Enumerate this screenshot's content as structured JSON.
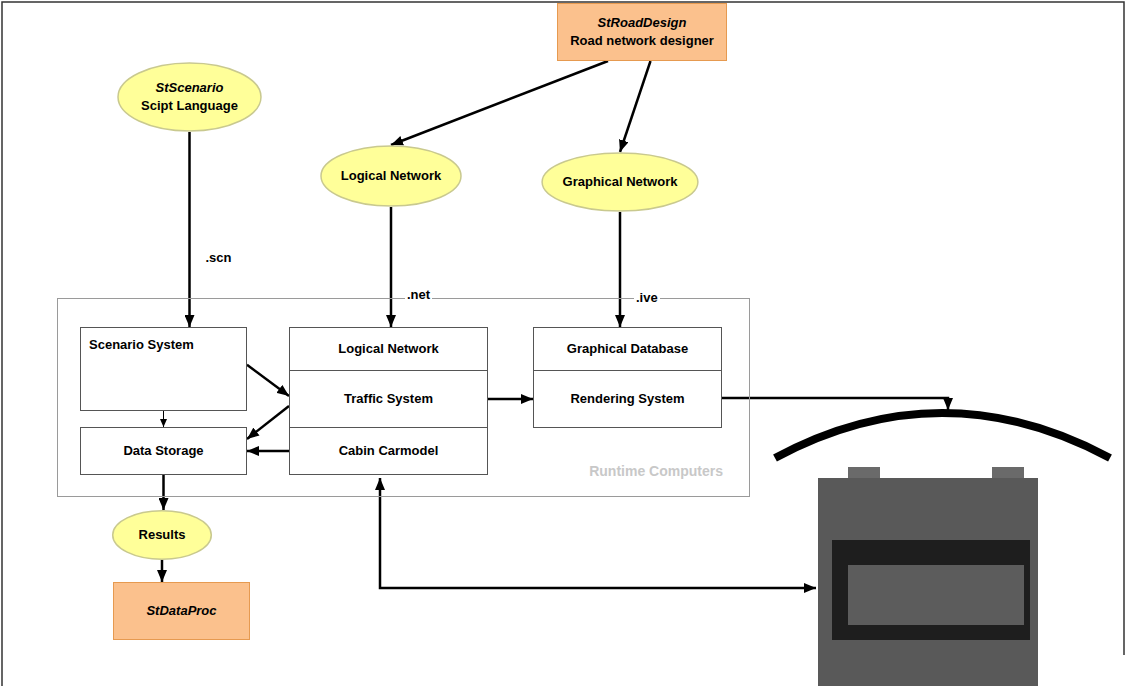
{
  "diagram": {
    "nodes": [
      {
        "text": [
          "StRoadDesign",
          "Road network designer"
        ]
      },
      {
        "text": [
          "StScenario",
          "Scipt Language"
        ]
      },
      {
        "text": [
          "Logical Network"
        ]
      },
      {
        "text": [
          "Graphical Network"
        ]
      },
      {
        "text": [
          "Runtime Computers"
        ]
      },
      {
        "text": [
          "Scenario System"
        ],
        "in": 4
      },
      {
        "text": [
          "Logical Network"
        ],
        "in": 4
      },
      {
        "text": [
          "Graphical Database"
        ],
        "in": 4
      },
      {
        "text": [
          "Traffic System"
        ],
        "in": 4
      },
      {
        "text": [
          "Rendering System"
        ],
        "in": 4
      },
      {
        "text": [
          "Data Storage"
        ],
        "in": 4
      },
      {
        "text": [
          "Cabin Carmodel"
        ],
        "in": 4
      },
      {
        "text": [
          "Results"
        ]
      },
      {
        "text": [
          "StDataProc"
        ]
      }
    ],
    "edges": [
      {
        "from": 0,
        "to": 2,
        "arrow": "to"
      },
      {
        "from": 0,
        "to": 3,
        "arrow": "to"
      },
      {
        "from": 1,
        "to": 5,
        "label": ".scn",
        "arrow": "to"
      },
      {
        "from": 2,
        "to": 6,
        "label": ".net",
        "arrow": "to"
      },
      {
        "from": 3,
        "to": 7,
        "label": ".ive",
        "arrow": "to"
      },
      {
        "from": 5,
        "to": 8,
        "arrow": "to"
      },
      {
        "from": 5,
        "to": 10,
        "arrow": "to"
      },
      {
        "from": 8,
        "to": 10,
        "arrow": "to"
      },
      {
        "from": 11,
        "to": 10,
        "arrow": "to"
      },
      {
        "from": 8,
        "to": 9,
        "arrow": "to"
      },
      {
        "from": 10,
        "to": 12,
        "arrow": "to"
      },
      {
        "from": 12,
        "to": 13,
        "arrow": "to"
      }
    ]
  }
}
